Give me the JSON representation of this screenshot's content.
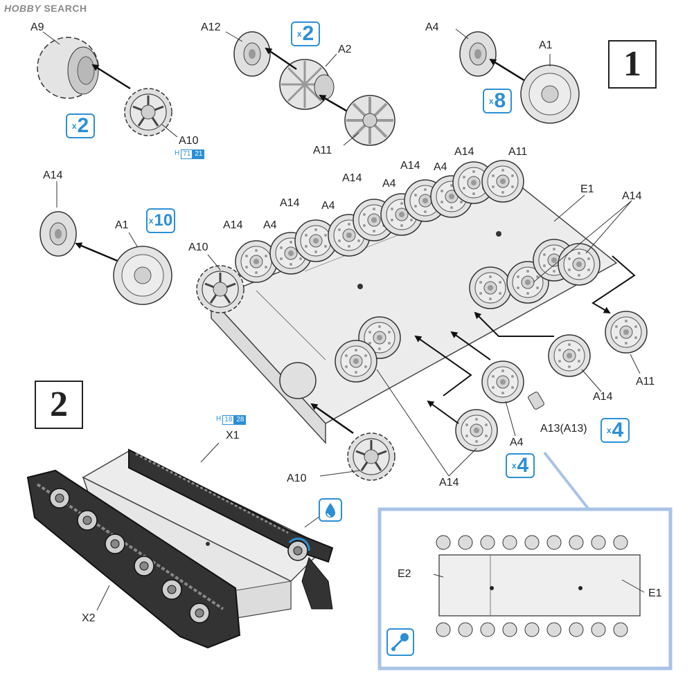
{
  "watermark": {
    "brand": "HOBBY",
    "text": "SEARCH"
  },
  "steps": {
    "step1": "1",
    "step2": "2"
  },
  "parts": {
    "a9": "A9",
    "a10_top": "A10",
    "a12": "A12",
    "a2": "A2",
    "a11_top": "A11",
    "a4_top": "A4",
    "a1_top": "A1",
    "a14_left": "A14",
    "a1_left": "A1",
    "a10_hull": "A10",
    "a14_row1": "A14",
    "a4_row1": "A4",
    "a14_row2": "A14",
    "a4_row2": "A4",
    "a14_row3": "A14",
    "a4_row3": "A4",
    "a14_row4": "A14",
    "a4_row4": "A4",
    "a14_row5": "A14",
    "a11_row": "A11",
    "e1_hull": "E1",
    "a14_right": "A14",
    "a11_right": "A11",
    "a14_mid": "A14",
    "a4_bottom": "A4",
    "a13": "A13(A13)",
    "a14_bottom": "A14",
    "a10_bottom": "A10",
    "x1": "X1",
    "x2": "X2",
    "e2_inset": "E2",
    "e1_inset": "E1"
  },
  "quantities": {
    "q_a12": {
      "x": "x",
      "n": "2"
    },
    "q_a9": {
      "x": "x",
      "n": "2"
    },
    "q_a1": {
      "x": "x",
      "n": "8"
    },
    "q_a14": {
      "x": "x",
      "n": "10"
    },
    "q_a13": {
      "x": "x",
      "n": "4"
    },
    "q_a4": {
      "x": "x",
      "n": "4"
    }
  },
  "color_refs": {
    "ref1": {
      "h": "H",
      "c1": "71",
      "c2": "21"
    },
    "ref2": {
      "h": "H",
      "c1": "18",
      "c2": "28"
    }
  },
  "icons": {
    "cement_icon": "cement-drop-icon",
    "glue_icon": "glue-brush-icon"
  },
  "colors": {
    "accent": "#2b8fd6",
    "line": "#222222",
    "part_fill": "#e4e4e4"
  }
}
